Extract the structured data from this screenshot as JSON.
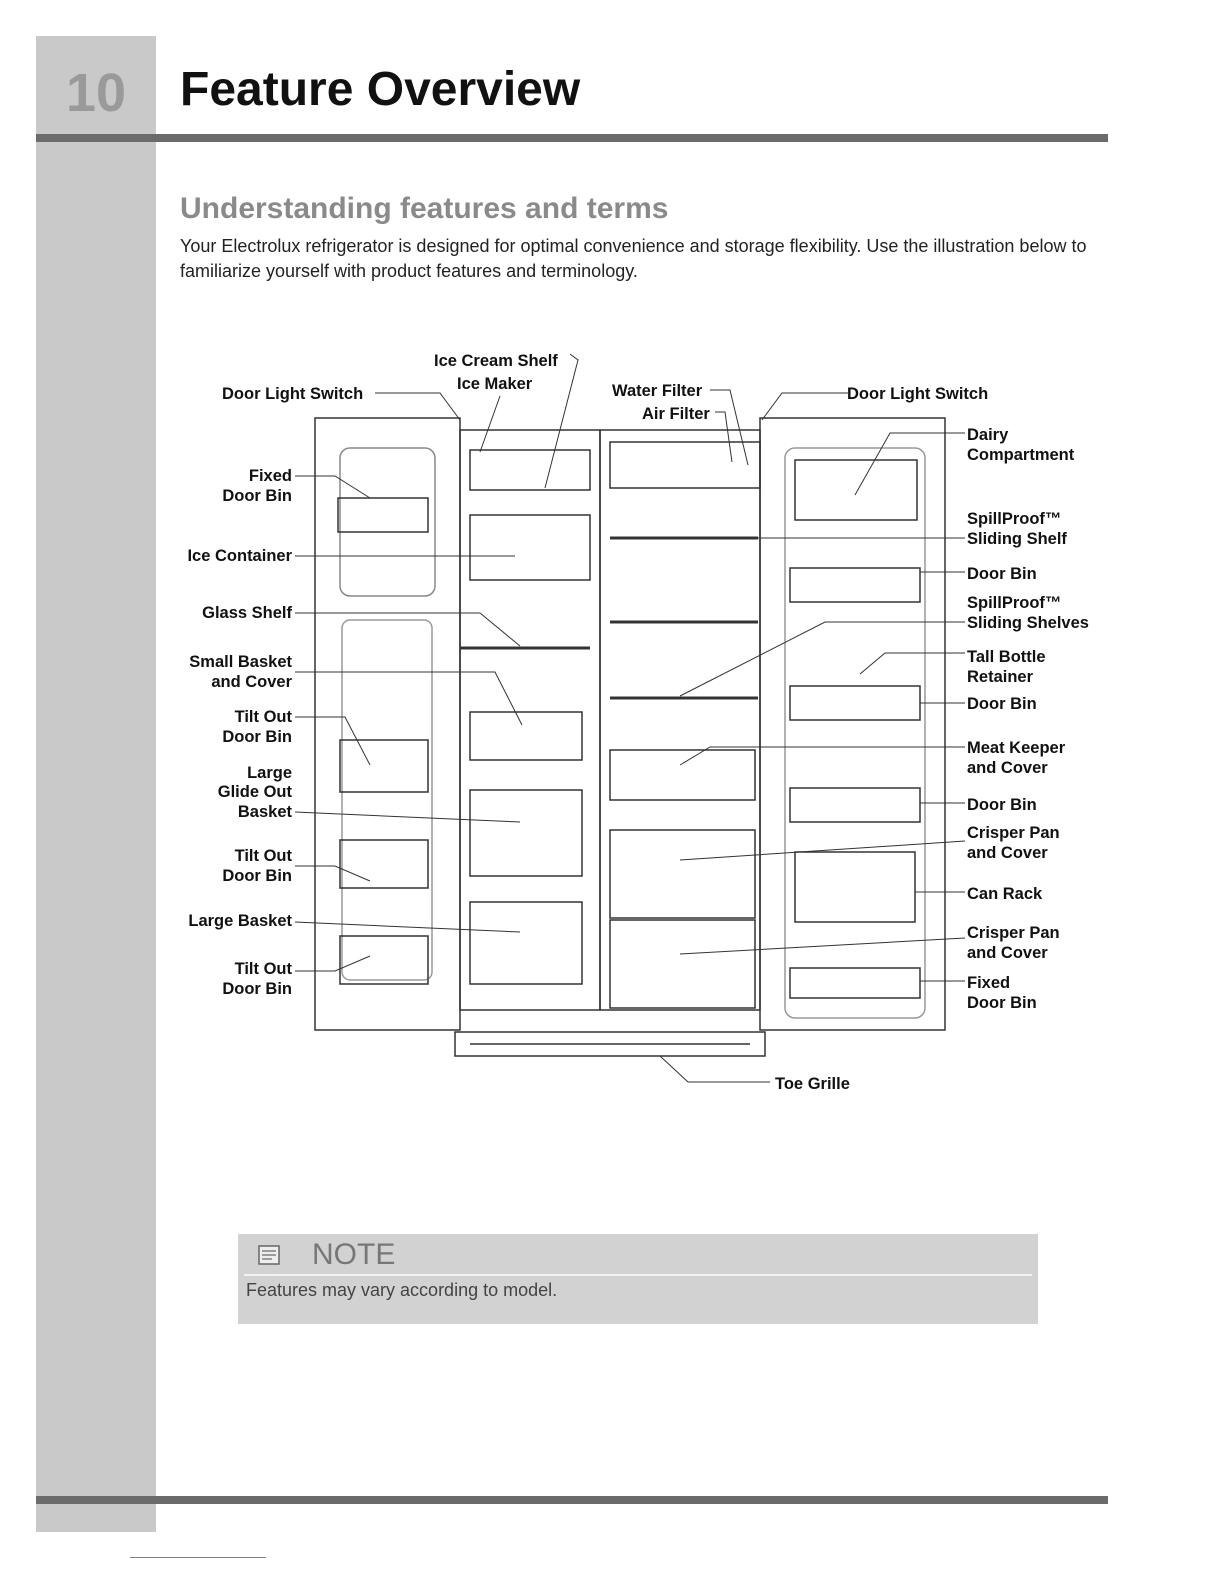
{
  "page": {
    "number": "10",
    "title": "Feature Overview"
  },
  "section": {
    "heading": "Understanding features and terms",
    "intro": "Your Electrolux refrigerator is designed for optimal convenience and storage flexibility. Use the illustration below to familiarize yourself with product features and terminology."
  },
  "diagram": {
    "top_labels": {
      "ice_cream_shelf": "Ice Cream Shelf",
      "ice_maker": "Ice Maker",
      "door_light_switch_left": "Door Light Switch",
      "water_filter": "Water Filter",
      "air_filter": "Air Filter",
      "door_light_switch_right": "Door Light Switch"
    },
    "left_labels": {
      "fixed_door_bin": [
        "Fixed",
        "Door Bin"
      ],
      "ice_container": "Ice Container",
      "glass_shelf": "Glass Shelf",
      "small_basket": [
        "Small Basket",
        "and Cover"
      ],
      "tilt_out_1": [
        "Tilt Out",
        "Door Bin"
      ],
      "large_glide": [
        "Large",
        "Glide Out",
        "Basket"
      ],
      "tilt_out_2": [
        "Tilt Out",
        "Door Bin"
      ],
      "large_basket": "Large Basket",
      "tilt_out_3": [
        "Tilt Out",
        "Door Bin"
      ]
    },
    "right_labels": {
      "dairy": [
        "Dairy",
        "Compartment"
      ],
      "spillproof_shelf": [
        "SpillProof™",
        "Sliding Shelf"
      ],
      "door_bin_1": "Door Bin",
      "spillproof_shelves": [
        "SpillProof™",
        "Sliding Shelves"
      ],
      "tall_bottle": [
        "Tall Bottle",
        "Retainer"
      ],
      "door_bin_2": "Door Bin",
      "meat_keeper": [
        "Meat Keeper",
        "and Cover"
      ],
      "door_bin_3": "Door Bin",
      "crisper_1": [
        "Crisper Pan",
        "and Cover"
      ],
      "can_rack": "Can Rack",
      "crisper_2": [
        "Crisper Pan",
        "and Cover"
      ],
      "fixed_door_bin": [
        "Fixed",
        "Door Bin"
      ]
    },
    "bottom_labels": {
      "toe_grille": "Toe Grille"
    }
  },
  "note": {
    "title": "NOTE",
    "text": "Features may vary according to model.",
    "icon": "note-pad-icon"
  },
  "colors": {
    "sidebar": "#c9c9c9",
    "rule": "#6b6b6b",
    "heading_gray": "#8a8a8a",
    "note_bg": "#d2d2d2"
  }
}
